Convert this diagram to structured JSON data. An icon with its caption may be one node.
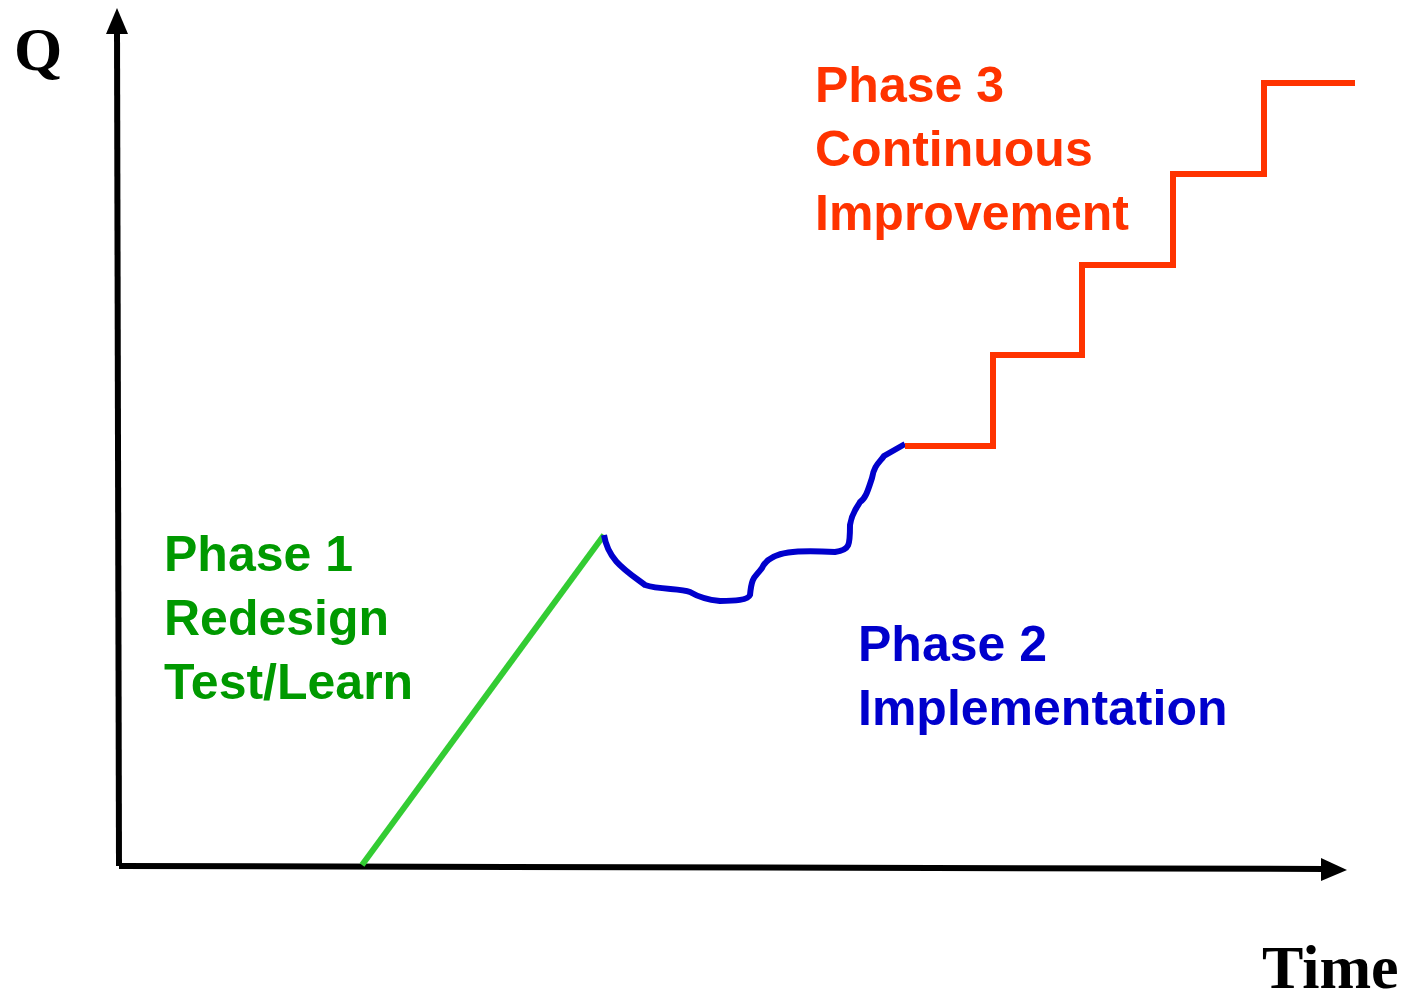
{
  "diagram": {
    "labels": [
      "Q",
      "Phase 3",
      "Continuous",
      "Improvement",
      "Phase 1",
      "Redesign",
      "Test/Learn",
      "Phase 2",
      "Implementation",
      "Time"
    ]
  }
}
